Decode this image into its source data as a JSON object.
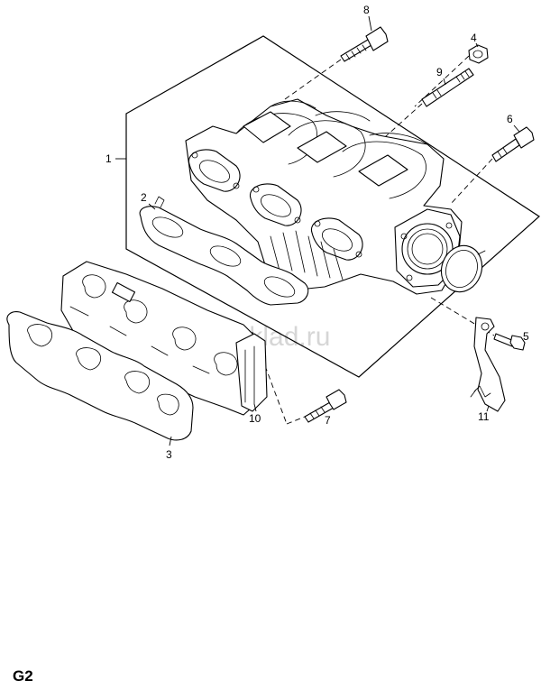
{
  "watermark": "www.gmsklad.ru",
  "page_code": "G2",
  "callouts": [
    {
      "id": "1",
      "label": "1"
    },
    {
      "id": "2",
      "label": "2"
    },
    {
      "id": "3",
      "label": "3"
    },
    {
      "id": "4",
      "label": "4"
    },
    {
      "id": "5",
      "label": "5"
    },
    {
      "id": "6",
      "label": "6"
    },
    {
      "id": "7",
      "label": "7"
    },
    {
      "id": "8",
      "label": "8"
    },
    {
      "id": "9",
      "label": "9"
    },
    {
      "id": "10",
      "label": "10"
    },
    {
      "id": "11",
      "label": "11"
    }
  ]
}
